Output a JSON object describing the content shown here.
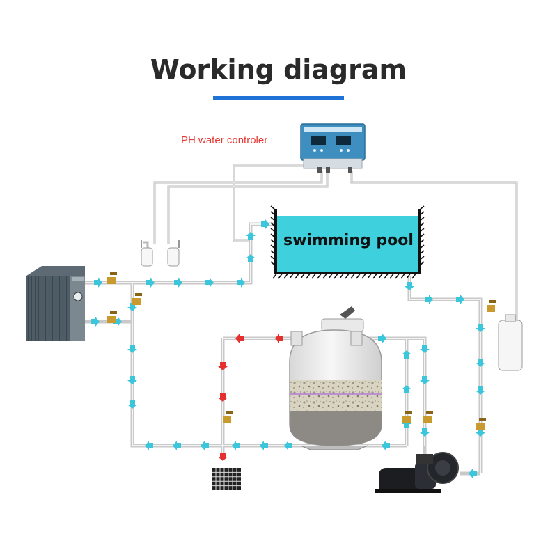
{
  "title": "Working diagram",
  "labels": {
    "ph_controller": "PH water controler",
    "pool": "swimming pool"
  },
  "colors": {
    "title_underline": "#1f73d6",
    "ph_label": "#e53935",
    "pool_water": "#3fd0de",
    "clean_flow_arrow": "#3cc6dc",
    "backwash_flow_arrow": "#e53030",
    "pipe": "#c9c9c9",
    "valve": "#c99a2e"
  },
  "components": [
    {
      "name": "heat-pump",
      "icon": "heat-pump-unit"
    },
    {
      "name": "ph-controller",
      "icon": "control-box"
    },
    {
      "name": "swimming-pool",
      "icon": "pool-basin"
    },
    {
      "name": "sand-filter",
      "icon": "sand-filter-tank"
    },
    {
      "name": "water-pump",
      "icon": "circulation-pump"
    },
    {
      "name": "drain",
      "icon": "drain-grate"
    },
    {
      "name": "chemical-tank",
      "icon": "dosing-bottle"
    }
  ]
}
